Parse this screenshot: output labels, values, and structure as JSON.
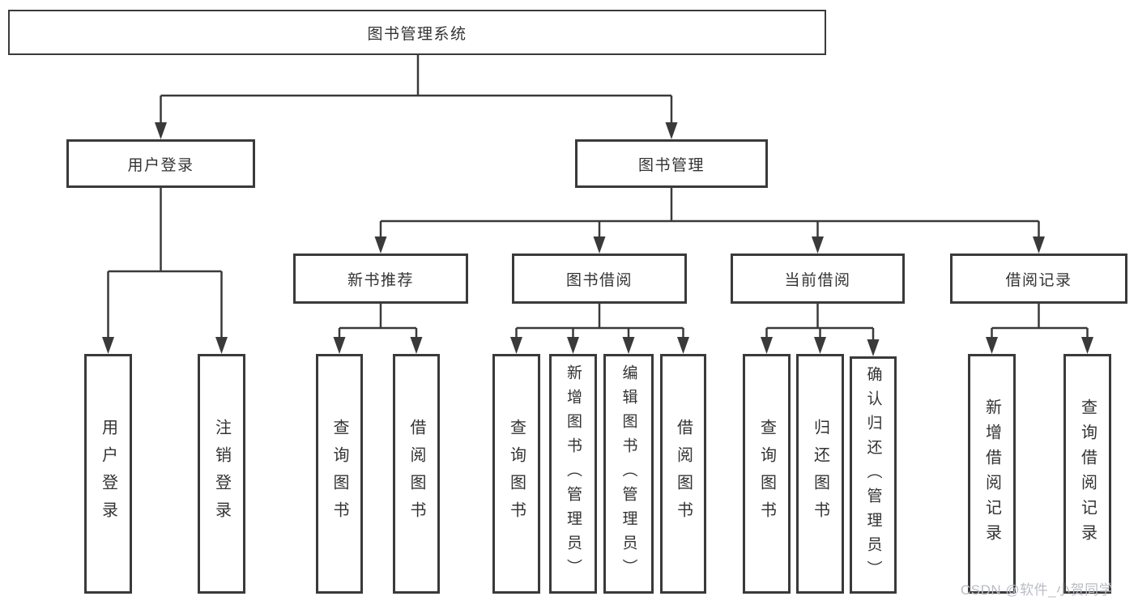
{
  "tree": {
    "label": "图书管理系统",
    "children": [
      {
        "label": "用户登录",
        "children": [
          {
            "label": "用户登录"
          },
          {
            "label": "注销登录"
          }
        ]
      },
      {
        "label": "图书管理",
        "children": [
          {
            "label": "新书推荐",
            "children": [
              {
                "label": "查询图书"
              },
              {
                "label": "借阅图书"
              }
            ]
          },
          {
            "label": "图书借阅",
            "children": [
              {
                "label": "查询图书"
              },
              {
                "label": "新增图书（管理员）"
              },
              {
                "label": "编辑图书（管理员）"
              },
              {
                "label": "借阅图书"
              }
            ]
          },
          {
            "label": "当前借阅",
            "children": [
              {
                "label": "查询图书"
              },
              {
                "label": "归还图书"
              },
              {
                "label": "确认归还（管理员）"
              }
            ]
          },
          {
            "label": "借阅记录",
            "children": [
              {
                "label": "新增借阅记录"
              },
              {
                "label": "查询借阅记录"
              }
            ]
          }
        ]
      }
    ]
  },
  "watermark": {
    "text": "CSDN @软件_小贺同学"
  },
  "colors": {
    "line": "#3a3a3a",
    "border": "#3a3a3a",
    "text": "#333333",
    "background": "#ffffff",
    "watermark": "#b9bdc3"
  }
}
